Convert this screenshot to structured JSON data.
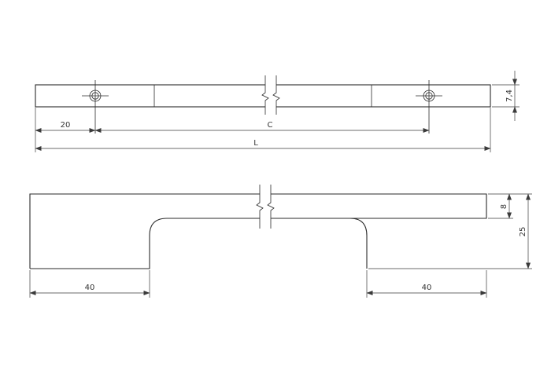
{
  "drawing": {
    "top_view": {
      "dim_hole_offset": "20",
      "dim_hole_spacing": "C",
      "dim_overall_length": "L",
      "dim_thickness": "7,4"
    },
    "side_view": {
      "dim_left_leg": "40",
      "dim_right_leg": "40",
      "dim_top_height": "8",
      "dim_total_height": "25"
    },
    "colors": {
      "line": "#2a2a2a",
      "background": "#ffffff"
    }
  }
}
